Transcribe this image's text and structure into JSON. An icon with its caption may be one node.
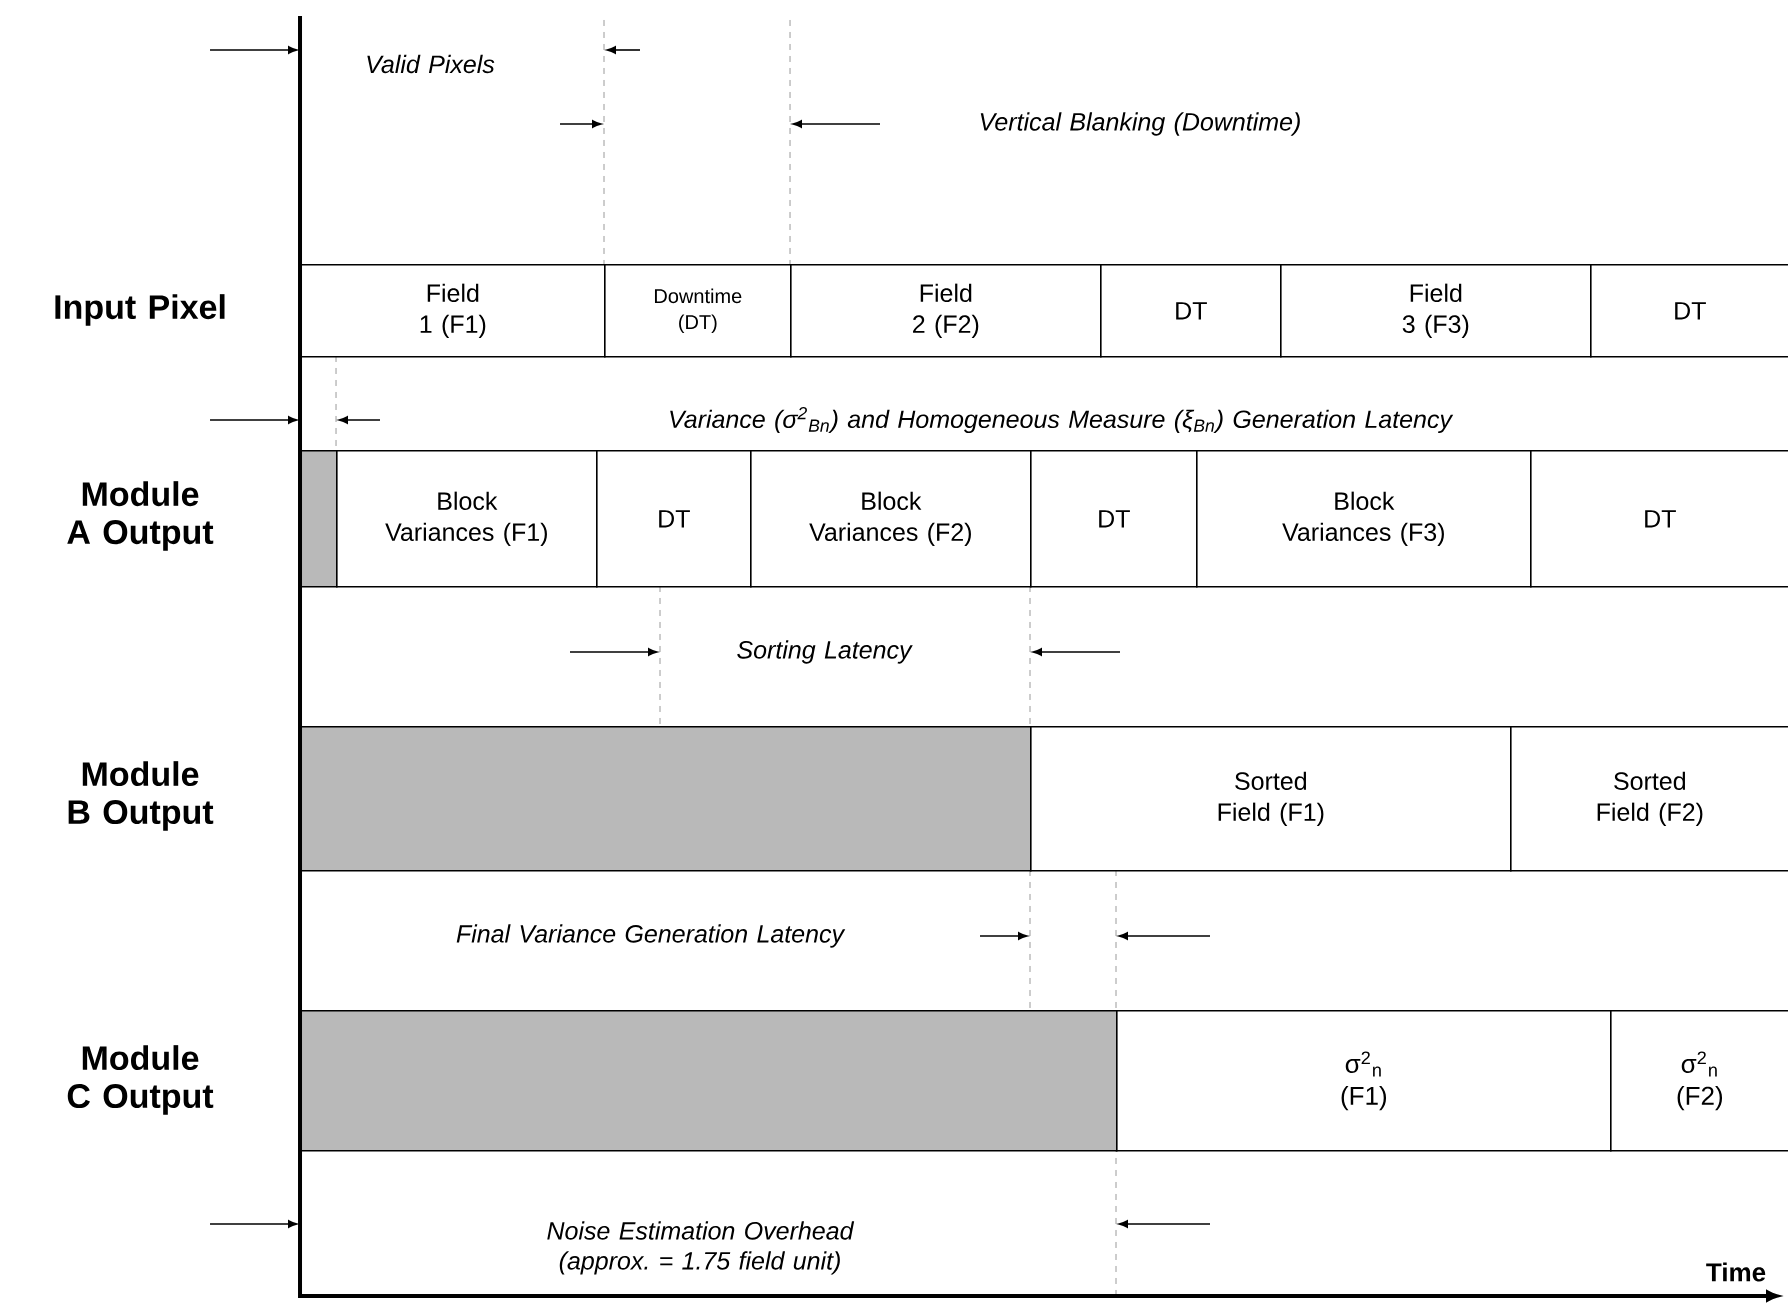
{
  "diagram": {
    "nodes": [
      {
        "text": [
          "Field 1 (F1)"
        ]
      },
      {
        "text": [
          "Downtime (DT)"
        ]
      },
      {
        "text": [
          "Field 2 (F2)"
        ]
      },
      {
        "text": [
          "DT"
        ]
      },
      {
        "text": [
          "Field 3 (F3)"
        ]
      },
      {
        "text": [
          "DT"
        ]
      },
      {
        "text": [],
        "shape": "bar"
      },
      {
        "text": [
          "Block Variances (F1)"
        ]
      },
      {
        "text": [
          "DT"
        ]
      },
      {
        "text": [
          "Block Variances (F2)"
        ]
      },
      {
        "text": [
          "DT"
        ]
      },
      {
        "text": [
          "Block Variances (F3)"
        ]
      },
      {
        "text": [
          "DT"
        ]
      },
      {
        "text": [],
        "shape": "bar"
      },
      {
        "text": [
          "Sorted Field (F1)"
        ]
      },
      {
        "text": [
          "Sorted Field (F2)"
        ]
      },
      {
        "text": [],
        "shape": "bar"
      },
      {
        "text": [
          "σ$^{2}$$_{n}$ (F1)"
        ]
      },
      {
        "text": [
          "σ$^{2}$$_{n}$ (F2)"
        ]
      }
    ],
    "labels": [
      "Valid Pixels",
      "Vertical Blanking (Downtime)",
      "Input Pixel",
      "Variance (σ$^{2}$$_{Bn}$) and Homogeneous Measure (ξ$_{Bn}$) Generation Latency",
      "Module A Output",
      "Sorting Latency",
      "Module B Output",
      "Final Variance Generation Latency",
      "Module C Output",
      "Noise Estimation Overhead (approx. = 1.75 field unit)",
      "Time"
    ]
  }
}
